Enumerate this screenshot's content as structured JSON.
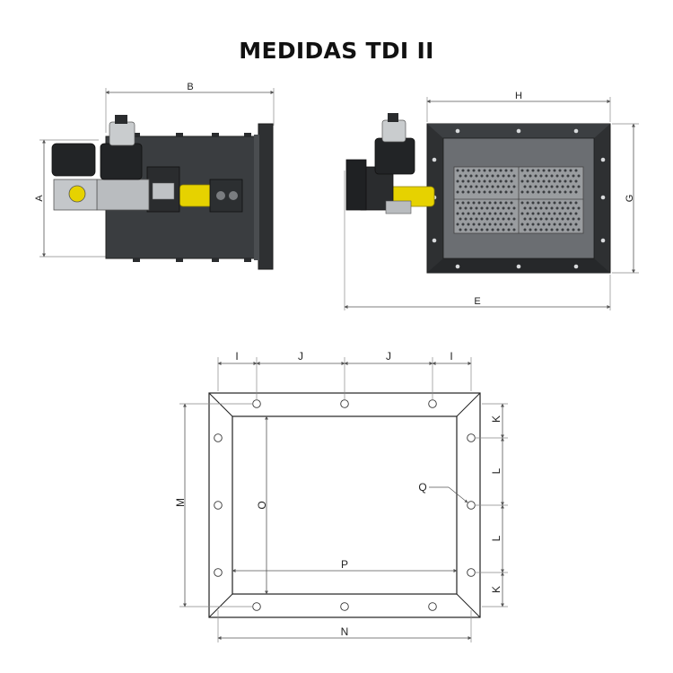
{
  "title": "MEDIDAS TDI II",
  "colors": {
    "body": "#3a3d40",
    "flange": "#2e3032",
    "panel": "#6b6e72",
    "plate": "#9a9da0",
    "pipe_yellow": "#e6d200",
    "valve_steel": "#b9bcbf",
    "line": "#333333",
    "dim_line": "#555555"
  },
  "side_view": {
    "labels": {
      "width": "B",
      "height": "A"
    }
  },
  "front_view": {
    "labels": {
      "width": "H",
      "height": "G",
      "overall": "E"
    }
  },
  "frame_drawing": {
    "labels": {
      "top_edge_left": "I",
      "top_mid_left": "J",
      "top_mid_right": "J",
      "top_edge_right": "I",
      "right_top": "K",
      "right_upper": "L",
      "right_lower": "L",
      "right_bottom": "K",
      "left_outer": "M",
      "left_inner": "O",
      "inner_width": "P",
      "outer_width": "N",
      "hole_callout": "Q"
    }
  }
}
